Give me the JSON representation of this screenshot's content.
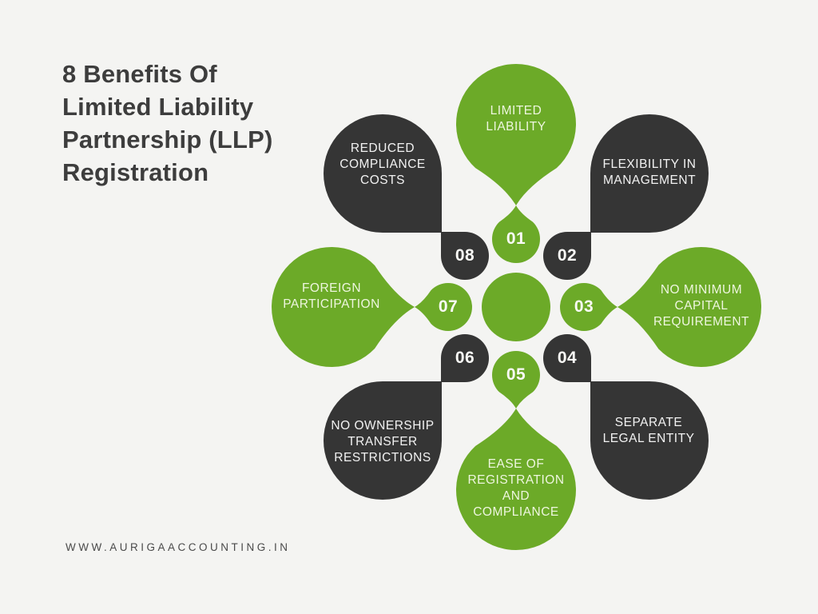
{
  "title": "8 Benefits Of\nLimited Liability\nPartnership (LLP)\nRegistration",
  "footer": {
    "website": "WWW.AURIGAACCOUNTING.IN"
  },
  "diagram": {
    "petals": [
      {
        "number": "01",
        "label": "LIMITED\nLIABILITY",
        "color": "green"
      },
      {
        "number": "02",
        "label": "FLEXIBILITY IN\nMANAGEMENT",
        "color": "dark"
      },
      {
        "number": "03",
        "label": "NO MINIMUM\nCAPITAL\nREQUIREMENT",
        "color": "green"
      },
      {
        "number": "04",
        "label": "SEPARATE\nLEGAL ENTITY",
        "color": "dark"
      },
      {
        "number": "05",
        "label": "EASE OF\nREGISTRATION\nAND\nCOMPLIANCE",
        "color": "green"
      },
      {
        "number": "06",
        "label": "NO OWNERSHIP\nTRANSFER\nRESTRICTIONS",
        "color": "dark"
      },
      {
        "number": "07",
        "label": "FOREIGN\nPARTICIPATION",
        "color": "green"
      },
      {
        "number": "08",
        "label": "REDUCED\nCOMPLIANCE\nCOSTS",
        "color": "dark"
      }
    ]
  },
  "colors": {
    "background": "#f4f4f2",
    "green": "#6caa28",
    "dark": "#353535",
    "title_text": "#3d3d3d",
    "footer_text": "#4a4a4a",
    "label_on_green": "#eef6df",
    "label_on_dark": "#f2f2f2",
    "badge_text": "#fafaf7"
  }
}
